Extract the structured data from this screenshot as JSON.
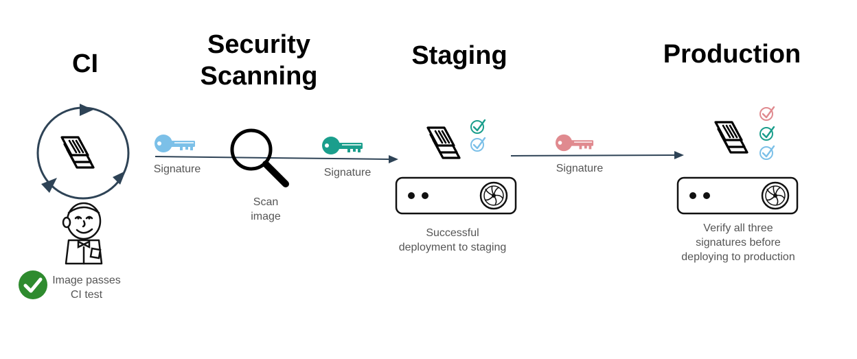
{
  "stages": {
    "ci": {
      "title": "CI"
    },
    "security": {
      "title_line1": "Security",
      "title_line2": "Scanning"
    },
    "staging": {
      "title": "Staging"
    },
    "production": {
      "title": "Production"
    }
  },
  "labels": {
    "signature_1": "Signature",
    "signature_2": "Signature",
    "signature_3": "Signature",
    "scan_line1": "Scan",
    "scan_line2": "image",
    "ci_pass_line1": "Image passes",
    "ci_pass_line2": "CI test",
    "staging_line1": "Successful",
    "staging_line2": "deployment to staging",
    "prod_line1": "Verify all three",
    "prod_line2": "signatures before",
    "prod_line3": "deploying to production"
  },
  "colors": {
    "key_ci": "#7cc0e8",
    "key_security": "#1a9e8c",
    "key_staging": "#e08a8f",
    "arrow": "#2e4356",
    "pass_badge": "#2e8b2e"
  },
  "icons": {
    "pipeline_cycle": "cycle-arrows-icon",
    "document": "document-stack-icon",
    "mascot": "jenkins-mascot-icon",
    "magnifier": "magnifier-icon",
    "key": "key-icon",
    "server": "server-icon",
    "check": "check-icon"
  }
}
